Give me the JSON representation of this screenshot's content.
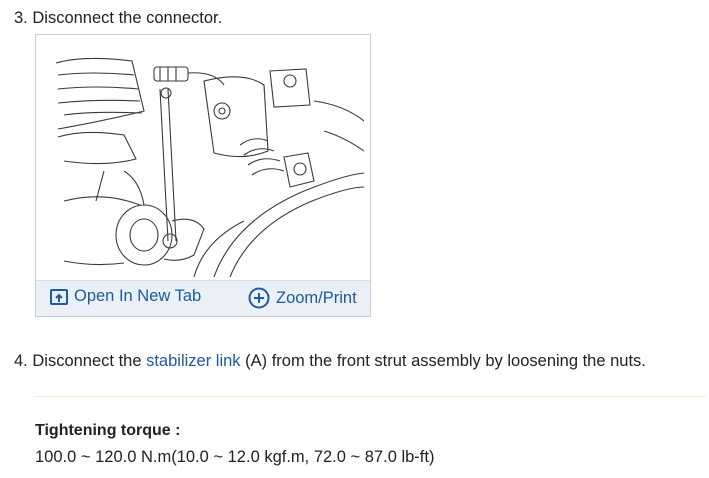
{
  "steps": [
    {
      "number": "3.",
      "text": "Disconnect the connector."
    },
    {
      "number": "4.",
      "text_before": "Disconnect the ",
      "link_text": "stabilizer link",
      "text_after": " (A) from the front strut assembly by loosening the nuts."
    }
  ],
  "figure": {
    "open_tab_label": "Open In New Tab",
    "zoom_label": "Zoom/Print",
    "open_tab_icon": "open-new-tab-icon",
    "zoom_icon": "zoom-plus-icon"
  },
  "torque": {
    "label": "Tightening torque :",
    "value": "100.0 ~ 120.0 N.m(10.0 ~ 12.0 kgf.m, 72.0 ~ 87.0 lb-ft)"
  },
  "colors": {
    "link": "#1f5aa0",
    "figure_bar": "#eaf0f6",
    "text": "#222222"
  }
}
